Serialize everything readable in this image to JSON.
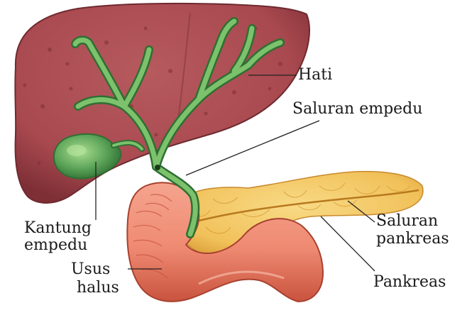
{
  "labels": {
    "hati": "Hati",
    "saluran_empedu": "Saluran empedu",
    "kantung_empedu_line1": "Kantung",
    "kantung_empedu_line2": "empedu",
    "usus_halus_line1": "Usus",
    "usus_halus_line2": "halus",
    "saluran_pankreas_line1": "Saluran",
    "saluran_pankreas_line2": "pankreas",
    "pankreas": "Pankreas"
  },
  "colors": {
    "liver": "#a8494f",
    "liver_dark": "#7e2f36",
    "bile_duct": "#4e9a4a",
    "bile_duct_light": "#8fcf78",
    "gallbladder": "#5aa257",
    "pancreas": "#f1c15a",
    "pancreas_dark": "#d89a36",
    "intestine": "#ef8a72",
    "intestine_dark": "#c9533e",
    "leader_line": "#222222"
  }
}
